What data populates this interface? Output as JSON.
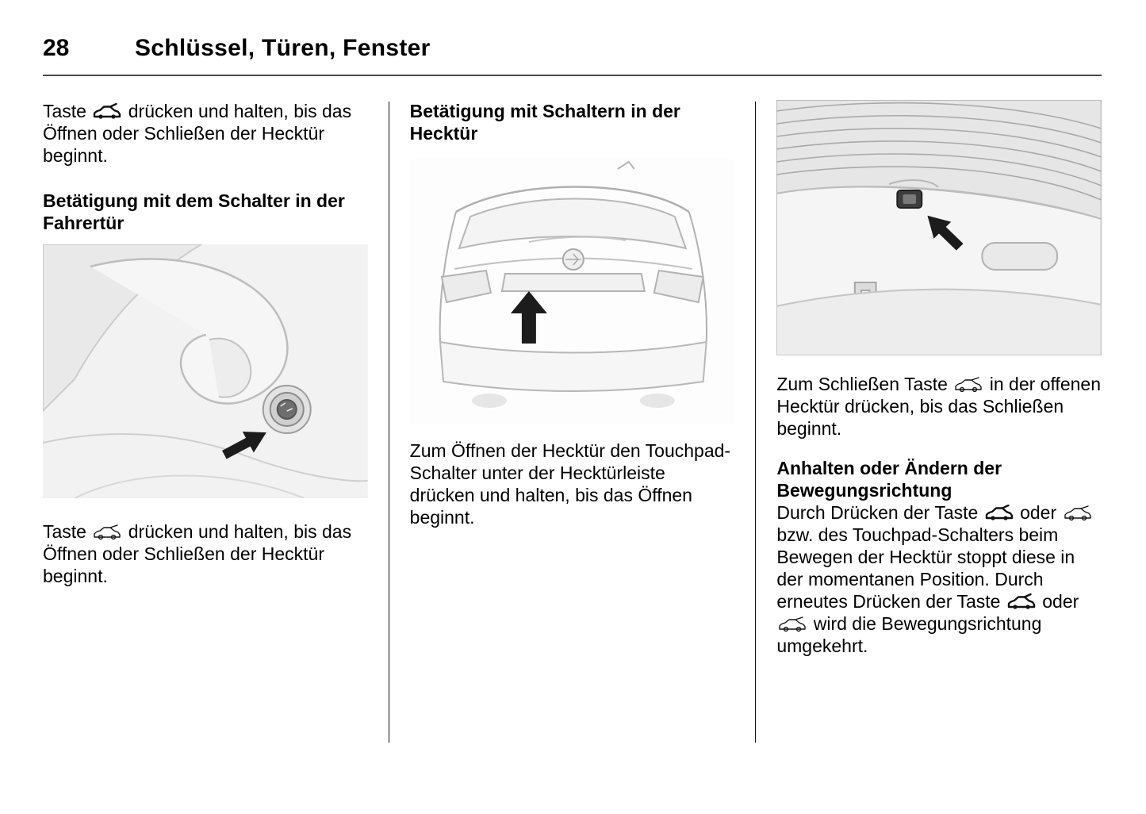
{
  "page": {
    "number": "28",
    "section_title": "Schlüssel, Türen, Fenster"
  },
  "icons": {
    "a": "tailgate-remote-button-icon",
    "b": "tailgate-switch-button-icon"
  },
  "column1": {
    "para1": [
      "Taste ",
      " drücken und halten, bis das Öffnen oder Schließen der Hecktür beginnt."
    ],
    "heading": "Betätigung mit dem Schalter in der Fahrertür",
    "para2": [
      "Taste ",
      " drücken und halten, bis das Öffnen oder Schließen der Hecktür beginnt."
    ]
  },
  "column2": {
    "heading": "Betätigung mit Schaltern in der Hecktür",
    "para1": "Zum Öffnen der Hecktür den Touchpad-Schalter unter der Hecktürleiste drücken und halten, bis das Öffnen beginnt."
  },
  "column3": {
    "para1": [
      "Zum Schließen Taste ",
      " in der offenen Hecktür drücken, bis das Schließen beginnt."
    ],
    "heading": "Anhalten oder Ändern der Bewegungsrichtung",
    "para2": [
      "Durch Drücken der Taste ",
      " oder ",
      " bzw. des Touchpad-Schalters beim Bewegen der Hecktür stoppt diese in der momentanen Position. Durch erneutes Drücken der Taste ",
      " oder ",
      " wird die Bewegungsrichtung umgekehrt."
    ]
  }
}
